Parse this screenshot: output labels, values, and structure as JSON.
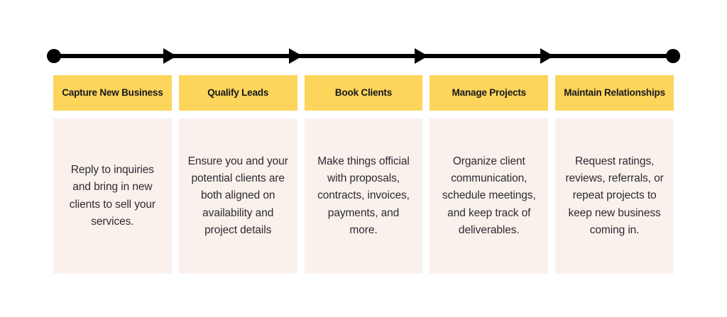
{
  "colors": {
    "background": "#ffffff",
    "header_yellow": "#FCD55A",
    "body_cream": "#FBF1EC",
    "line_black": "#000000",
    "heading_text": "#16161d",
    "body_text": "#2b2b33"
  },
  "timeline": {
    "icon_start": "filled-circle-icon",
    "icon_end": "filled-circle-icon",
    "arrowhead_icon": "arrow-right-icon",
    "arrowhead_count": 4
  },
  "stages": [
    {
      "title": "Capture New Business",
      "description": "Reply to inquiries and bring in new clients to sell your services."
    },
    {
      "title": "Qualify Leads",
      "description": "Ensure you and your potential clients are both aligned on availability and project details"
    },
    {
      "title": "Book Clients",
      "description": "Make things official with proposals, contracts, invoices, payments, and more."
    },
    {
      "title": "Manage Projects",
      "description": "Organize client communication, schedule meetings, and keep track of deliverables."
    },
    {
      "title": "Maintain Relationships",
      "description": "Request ratings, reviews, referrals, or repeat projects to keep new business coming in."
    }
  ]
}
